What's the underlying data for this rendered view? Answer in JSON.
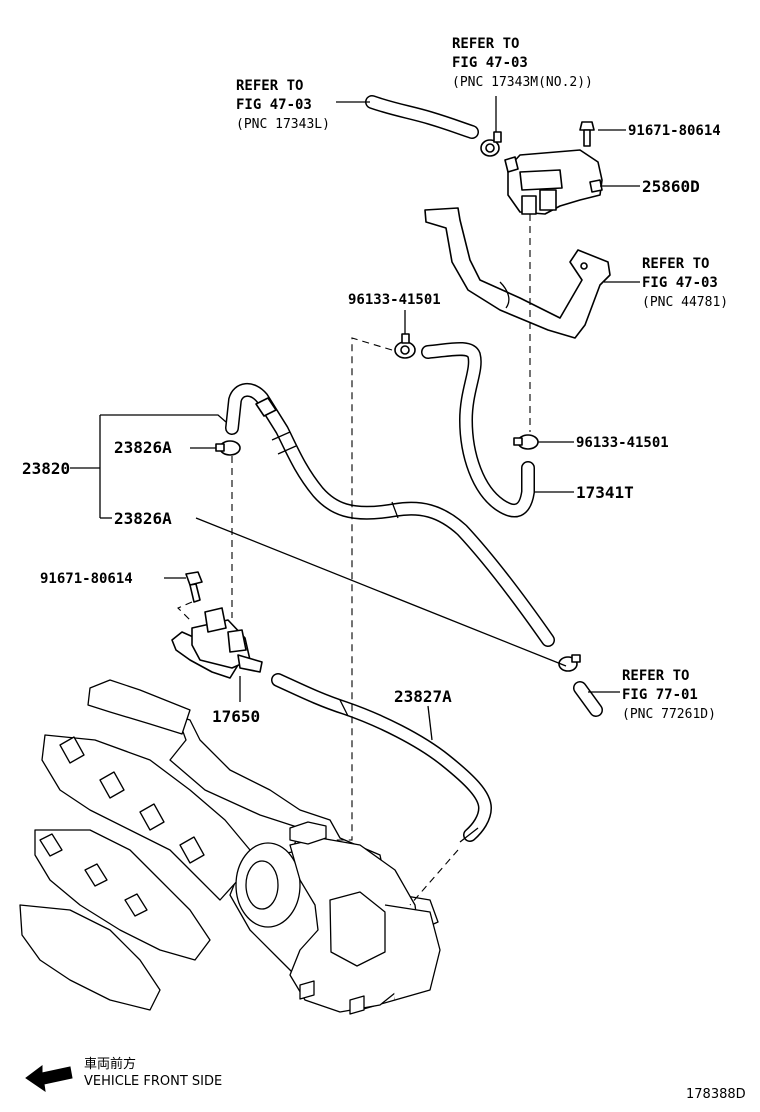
{
  "refs": {
    "ref_17343m": {
      "line1": "REFER TO",
      "line2": "FIG 47-03",
      "line3": "(PNC 17343M(NO.2))"
    },
    "ref_17343l": {
      "line1": "REFER TO",
      "line2": "FIG 47-03",
      "line3": "(PNC 17343L)"
    },
    "ref_44781": {
      "line1": "REFER TO",
      "line2": "FIG 47-03",
      "line3": "(PNC 44781)"
    },
    "ref_77261d": {
      "line1": "REFER TO",
      "line2": "FIG 77-01",
      "line3": "(PNC 77261D)"
    }
  },
  "parts": {
    "bolt_top": "91671-80614",
    "vsv_top": "25860D",
    "clamp_mid": "96133-41501",
    "clamp_right": "96133-41501",
    "hose_17341t": "17341T",
    "assy_23820": "23820",
    "hose_23826a_upper": "23826A",
    "hose_23826a_lower": "23826A",
    "bolt_left": "91671-80614",
    "vsv_17650": "17650",
    "hose_23827a": "23827A"
  },
  "footer": {
    "direction_jp": "車両前方",
    "direction_en": "VEHICLE FRONT SIDE",
    "figure_code": "178388D"
  }
}
